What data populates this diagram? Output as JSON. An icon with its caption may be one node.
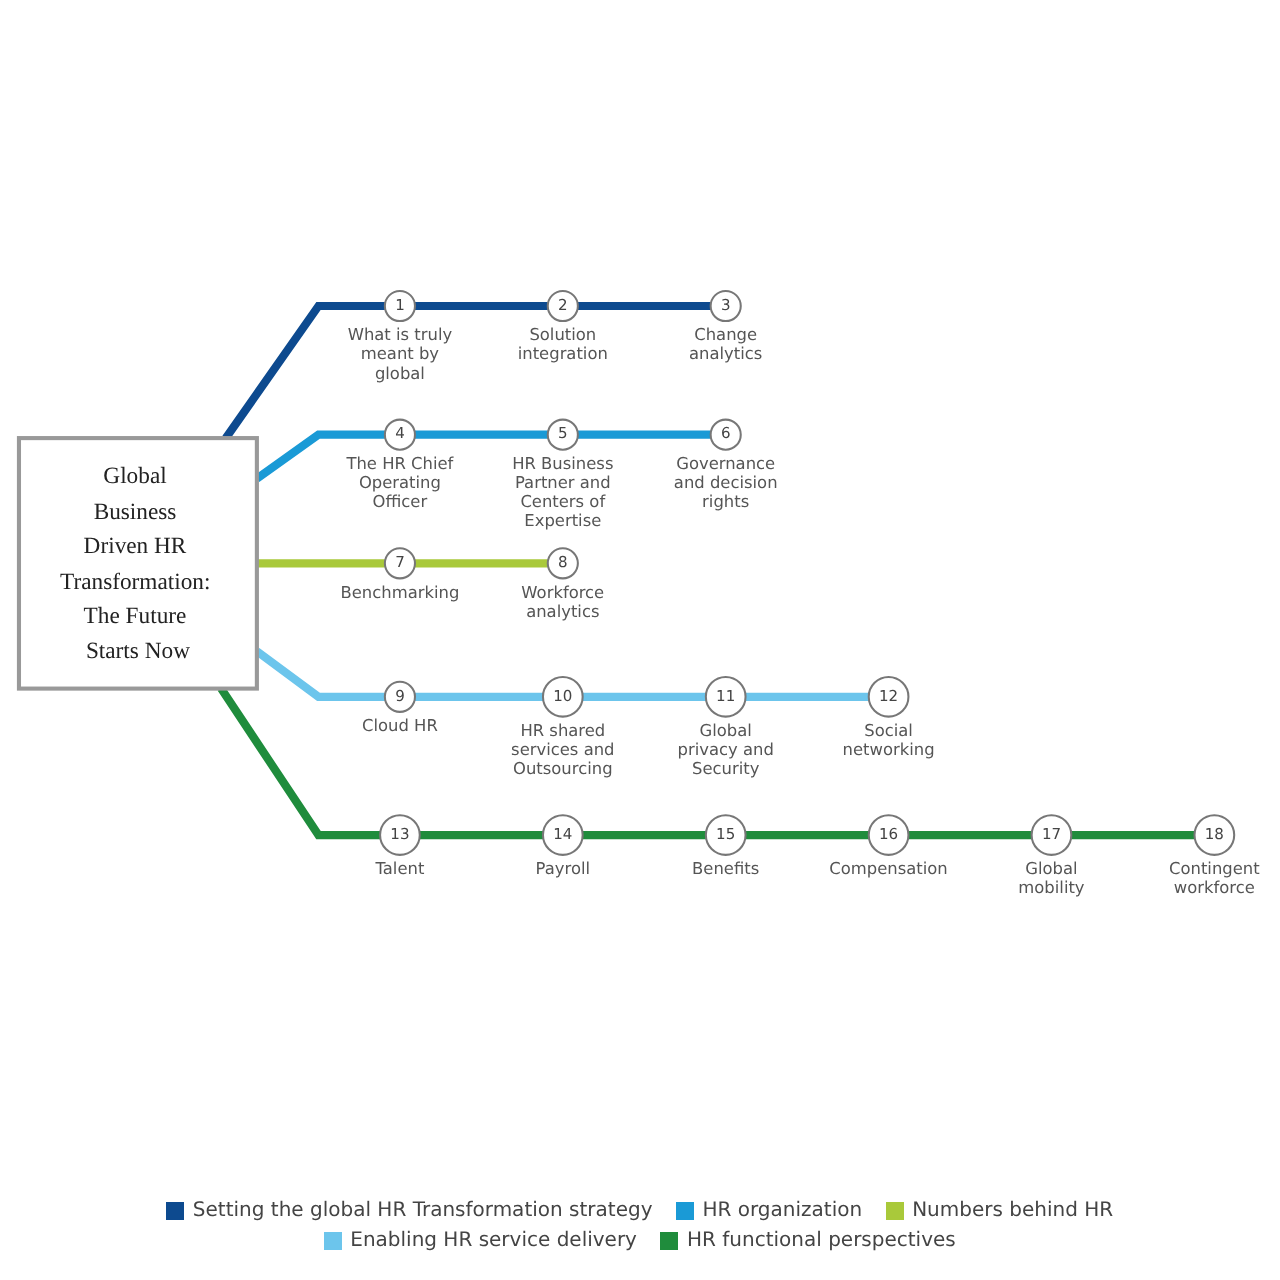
{
  "diagram": {
    "nodes": [
      {
        "text": [
          "Global Business Driven HR Transformation: The Future Starts Now"
        ]
      },
      {
        "text": [
          "1"
        ],
        "beside": [
          "What is truly meant by global"
        ]
      },
      {
        "text": [
          "2"
        ],
        "beside": [
          "Solution integration"
        ]
      },
      {
        "text": [
          "3"
        ],
        "beside": [
          "Change analytics"
        ]
      },
      {
        "text": [
          "4"
        ],
        "beside": [
          "The HR Chief Operating Officer"
        ]
      },
      {
        "text": [
          "5"
        ],
        "beside": [
          "HR Business Partner and Centers of Expertise"
        ]
      },
      {
        "text": [
          "6"
        ],
        "beside": [
          "Governance and decision rights"
        ]
      },
      {
        "text": [
          "7"
        ],
        "beside": [
          "Benchmarking"
        ]
      },
      {
        "text": [
          "8"
        ],
        "beside": [
          "Workforce analytics"
        ]
      },
      {
        "text": [
          "9"
        ],
        "beside": [
          "Cloud HR"
        ]
      },
      {
        "text": [
          "10"
        ],
        "beside": [
          "HR shared services and Outsourcing"
        ]
      },
      {
        "text": [
          "11"
        ],
        "beside": [
          "Global privacy and Security"
        ]
      },
      {
        "text": [
          "12"
        ],
        "beside": [
          "Social networking"
        ]
      },
      {
        "text": [
          "13"
        ],
        "beside": [
          "Talent"
        ]
      },
      {
        "text": [
          "14"
        ],
        "beside": [
          "Payroll"
        ]
      },
      {
        "text": [
          "15"
        ],
        "beside": [
          "Benefits"
        ]
      },
      {
        "text": [
          "16"
        ],
        "beside": [
          "Compensation"
        ]
      },
      {
        "text": [
          "17"
        ],
        "beside": [
          "Global mobility"
        ]
      },
      {
        "text": [
          "18"
        ],
        "beside": [
          "Contingent workforce"
        ]
      }
    ],
    "edges": [
      {
        "from": 0,
        "to": 1,
        "arrow": "none",
        "color": "#0d4a8f"
      },
      {
        "from": 1,
        "to": 2,
        "arrow": "none",
        "color": "#0d4a8f"
      },
      {
        "from": 2,
        "to": 3,
        "arrow": "none",
        "color": "#0d4a8f"
      },
      {
        "from": 0,
        "to": 4,
        "arrow": "none",
        "color": "#1a9ad6"
      },
      {
        "from": 4,
        "to": 5,
        "arrow": "none",
        "color": "#1a9ad6"
      },
      {
        "from": 5,
        "to": 6,
        "arrow": "none",
        "color": "#1a9ad6"
      },
      {
        "from": 0,
        "to": 7,
        "arrow": "none",
        "color": "#a9c93a"
      },
      {
        "from": 7,
        "to": 8,
        "arrow": "none",
        "color": "#a9c93a"
      },
      {
        "from": 0,
        "to": 9,
        "arrow": "none",
        "color": "#6cc5ec"
      },
      {
        "from": 9,
        "to": 10,
        "arrow": "none",
        "color": "#6cc5ec"
      },
      {
        "from": 10,
        "to": 11,
        "arrow": "none",
        "color": "#6cc5ec"
      },
      {
        "from": 11,
        "to": 12,
        "arrow": "none",
        "color": "#6cc5ec"
      },
      {
        "from": 0,
        "to": 13,
        "arrow": "none",
        "color": "#1f8c3c"
      },
      {
        "from": 13,
        "to": 14,
        "arrow": "none",
        "color": "#1f8c3c"
      },
      {
        "from": 14,
        "to": 15,
        "arrow": "none",
        "color": "#1f8c3c"
      },
      {
        "from": 15,
        "to": 16,
        "arrow": "none",
        "color": "#1f8c3c"
      },
      {
        "from": 16,
        "to": 17,
        "arrow": "none",
        "color": "#1f8c3c"
      },
      {
        "from": 17,
        "to": 18,
        "arrow": "none",
        "color": "#1f8c3c"
      }
    ],
    "legend": [
      {
        "text": "Setting the global HR Transformation strategy",
        "color": "#0d4a8f"
      },
      {
        "text": "HR organization",
        "color": "#1a9ad6"
      },
      {
        "text": "Numbers behind HR",
        "color": "#a9c93a"
      },
      {
        "text": "Enabling HR service delivery",
        "color": "#6cc5ec"
      },
      {
        "text": "HR functional perspectives",
        "color": "#1f8c3c"
      }
    ]
  }
}
